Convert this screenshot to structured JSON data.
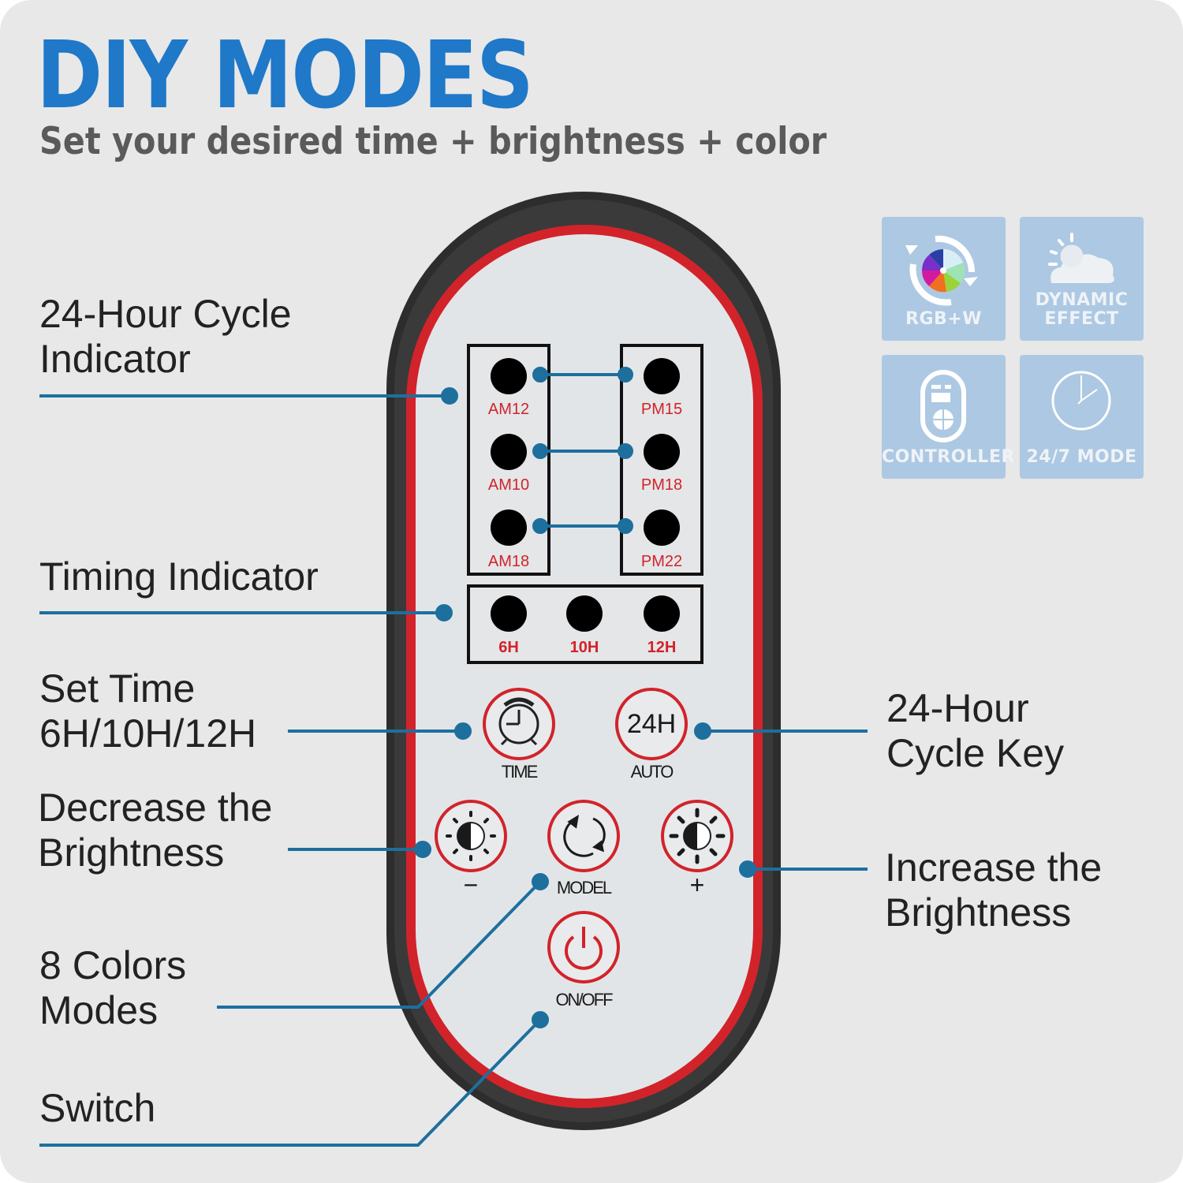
{
  "header": {
    "title": "DIY MODES",
    "subtitle": "Set your desired time + brightness + color"
  },
  "colors": {
    "title_blue": "#1f78c8",
    "callout_blue": "#1d6f9e",
    "remote_red": "#d2232a",
    "badge_bg": "#adc8e2",
    "background": "#e8e8e8"
  },
  "callouts": {
    "cycle_indicator": "24-Hour Cycle\nIndicator",
    "timing_indicator": "Timing Indicator",
    "set_time": "Set Time\n6H/10H/12H",
    "decrease_brightness": "Decrease the\nBrightness",
    "color_modes": "8 Colors\nModes",
    "switch": "Switch",
    "cycle_key": "24-Hour\nCycle Key",
    "increase_brightness": "Increase the\nBrightness"
  },
  "badges": [
    {
      "label": "RGB+W",
      "icon": "color-wheel-icon"
    },
    {
      "label": "DYNAMIC\nEFFECT",
      "icon": "sun-cloud-icon"
    },
    {
      "label": "CONTROLLER",
      "icon": "remote-icon"
    },
    {
      "label": "24/7 MODE",
      "icon": "clock-icon"
    }
  ],
  "remote": {
    "am_leds": [
      "AM12",
      "AM10",
      "AM18"
    ],
    "pm_leds": [
      "PM15",
      "PM18",
      "PM22"
    ],
    "timer_leds": [
      "6H",
      "10H",
      "12H"
    ],
    "buttons": {
      "time": "TIME",
      "auto_face": "24H",
      "auto": "AUTO",
      "minus": "−",
      "model": "MODEL",
      "plus": "+",
      "onoff": "ON/OFF"
    }
  }
}
